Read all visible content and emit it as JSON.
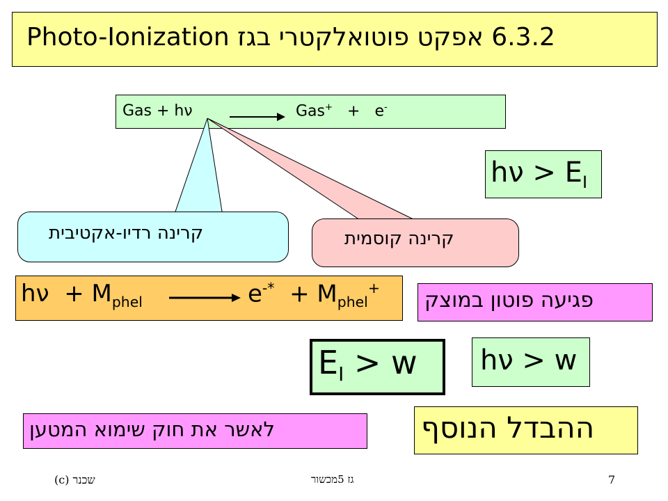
{
  "title": "6.3.2  אפקט  פוטואלקטרי  בגז Photo-Ionization",
  "reaction": {
    "left": "Gas + h",
    "nu": "ν",
    "product": "Gas",
    "plus_sup": "+",
    "plus": "+",
    "electron": "e",
    "minus_sup": "-"
  },
  "callout_radio": "קרינה רדיו-אקטיבית",
  "callout_cosmic": "קרינה קוסמית",
  "hv_gt_EI": {
    "h": "h",
    "nu": "ν",
    "rel": "&gt;",
    "E": "E",
    "sub": "I"
  },
  "pe_eq": {
    "h": "h",
    "nu": "ν",
    "plus": "+",
    "M": "M",
    "phel": "phel",
    "e": "e",
    "sup": "-*",
    "plus2": "+",
    "M2": "M",
    "phel2": "phel",
    "sup2": "+"
  },
  "photon_hit": "פגיעה פוטון במוצק",
  "EI_gt_w": {
    "E": "E",
    "sub": "I",
    "rest": " > w"
  },
  "hv_gt_w": {
    "h": "h",
    "nu": "ν",
    "rel": "&gt;",
    "w": "w"
  },
  "additional_diff": "ההבדל הנוסף",
  "confirm_law": "לאשר את חוק שימוא המטען",
  "footer": {
    "page": "7",
    "center": "גז 5מכשור",
    "right": "שכנר   (c)"
  }
}
